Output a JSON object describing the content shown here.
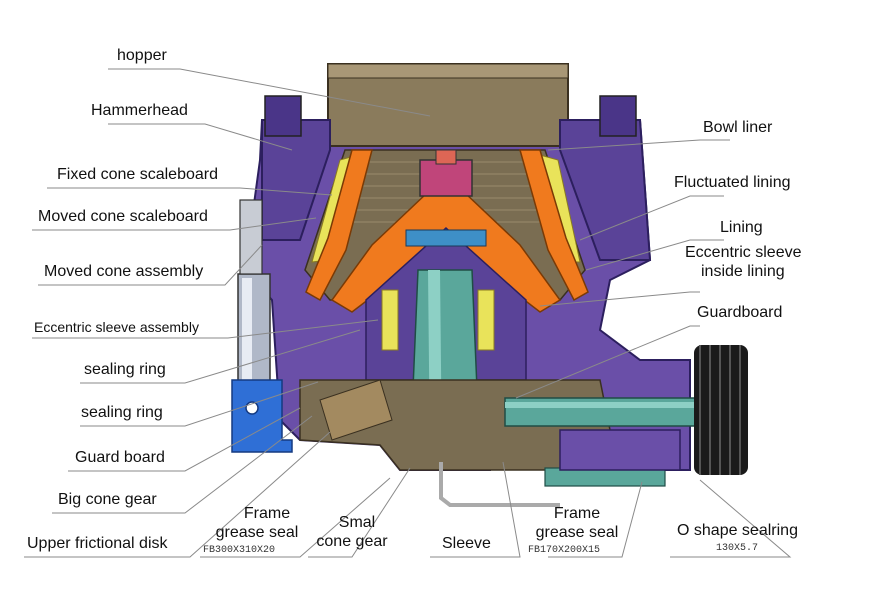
{
  "colors": {
    "frame": "#6a4fa8",
    "frame_dark": "#4a3588",
    "liner": "#7a6d52",
    "orange": "#f07a1e",
    "yellow": "#e9e35a",
    "shaft": "#5aa79b",
    "blue": "#2f6fd6",
    "hopper": "#8a7b5c",
    "leader": "#888888"
  },
  "labels": {
    "hopper": "hopper",
    "hammerhead": "Hammerhead",
    "fixed_cone_scaleboard": "Fixed cone scaleboard",
    "moved_cone_scaleboard": "Moved cone scaleboard",
    "moved_cone_assembly": "Moved cone assembly",
    "eccentric_sleeve_assembly": "Eccentric sleeve assembly",
    "sealing_ring_1": "sealing ring",
    "sealing_ring_2": "sealing ring",
    "guard_board_left": "Guard board",
    "big_cone_gear": "Big cone gear",
    "upper_frictional_disk": "Upper frictional disk",
    "frame_grease_seal_1_line1": "Frame",
    "frame_grease_seal_1_line2": "grease seal",
    "frame_grease_seal_1_spec": "FB300X310X20",
    "smal_cone_gear_line1": "Smal",
    "smal_cone_gear_line2": "cone gear",
    "sleeve": "Sleeve",
    "frame_grease_seal_2_line1": "Frame",
    "frame_grease_seal_2_line2": "grease seal",
    "frame_grease_seal_2_spec": "FB170X200X15",
    "o_shape_sealring": "O shape sealring",
    "o_shape_sealring_spec": "130X5.7",
    "bowl_liner": "Bowl liner",
    "fluctuated_lining": "Fluctuated lining",
    "lining": "Lining",
    "eccentric_sleeve_inside_lining_line1": "Eccentric sleeve",
    "eccentric_sleeve_inside_lining_line2": "inside lining",
    "guardboard_right": "Guardboard"
  }
}
